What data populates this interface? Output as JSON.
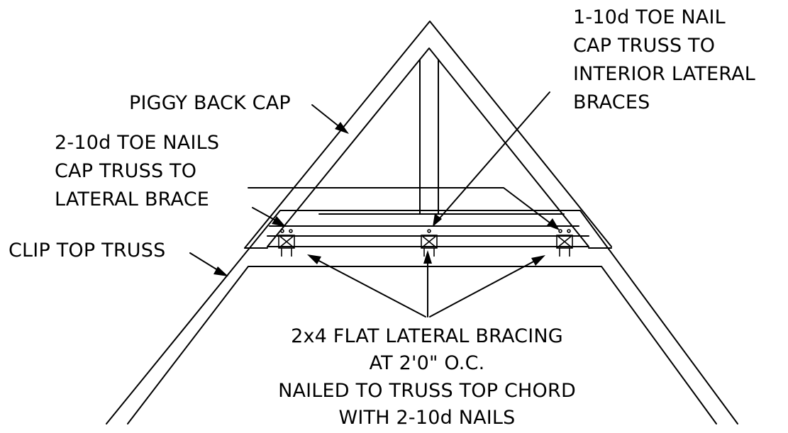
{
  "labels": {
    "piggy_back_cap": "PIGGY BACK CAP",
    "toe_nail_1_line1": "1-10d TOE NAIL",
    "toe_nail_1_line2": "CAP TRUSS TO",
    "toe_nail_1_line3": "INTERIOR LATERAL",
    "toe_nail_1_line4": "BRACES",
    "toe_nails_2_line1": "2-10d TOE NAILS",
    "toe_nails_2_line2": "CAP TRUSS TO",
    "toe_nails_2_line3": "LATERAL BRACE",
    "clip_top_truss": "CLIP TOP TRUSS",
    "bracing_line1": "2x4 FLAT LATERAL BRACING",
    "bracing_line2": "AT 2'0\" O.C.",
    "bracing_line3": "NAILED TO TRUSS TOP CHORD",
    "bracing_line4": "WITH 2-10d NAILS"
  }
}
